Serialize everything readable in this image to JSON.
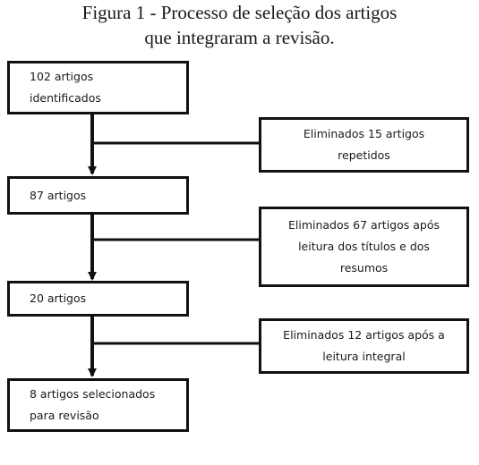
{
  "caption": {
    "line1": "Figura 1 - Processo de seleção dos artigos",
    "line2": "que integraram a revisão."
  },
  "stages": [
    {
      "label": "102 artigos\nidentificados"
    },
    {
      "label": "87 artigos"
    },
    {
      "label": "20 artigos"
    },
    {
      "label": "8 artigos selecionados\npara revisão"
    }
  ],
  "exclusions": [
    {
      "label": "Eliminados 15 artigos\nrepetidos"
    },
    {
      "label": "Eliminados 67 artigos após\nleitura dos títulos e dos\nresumos"
    },
    {
      "label": "Eliminados 12 artigos após a\nleitura integral"
    }
  ]
}
